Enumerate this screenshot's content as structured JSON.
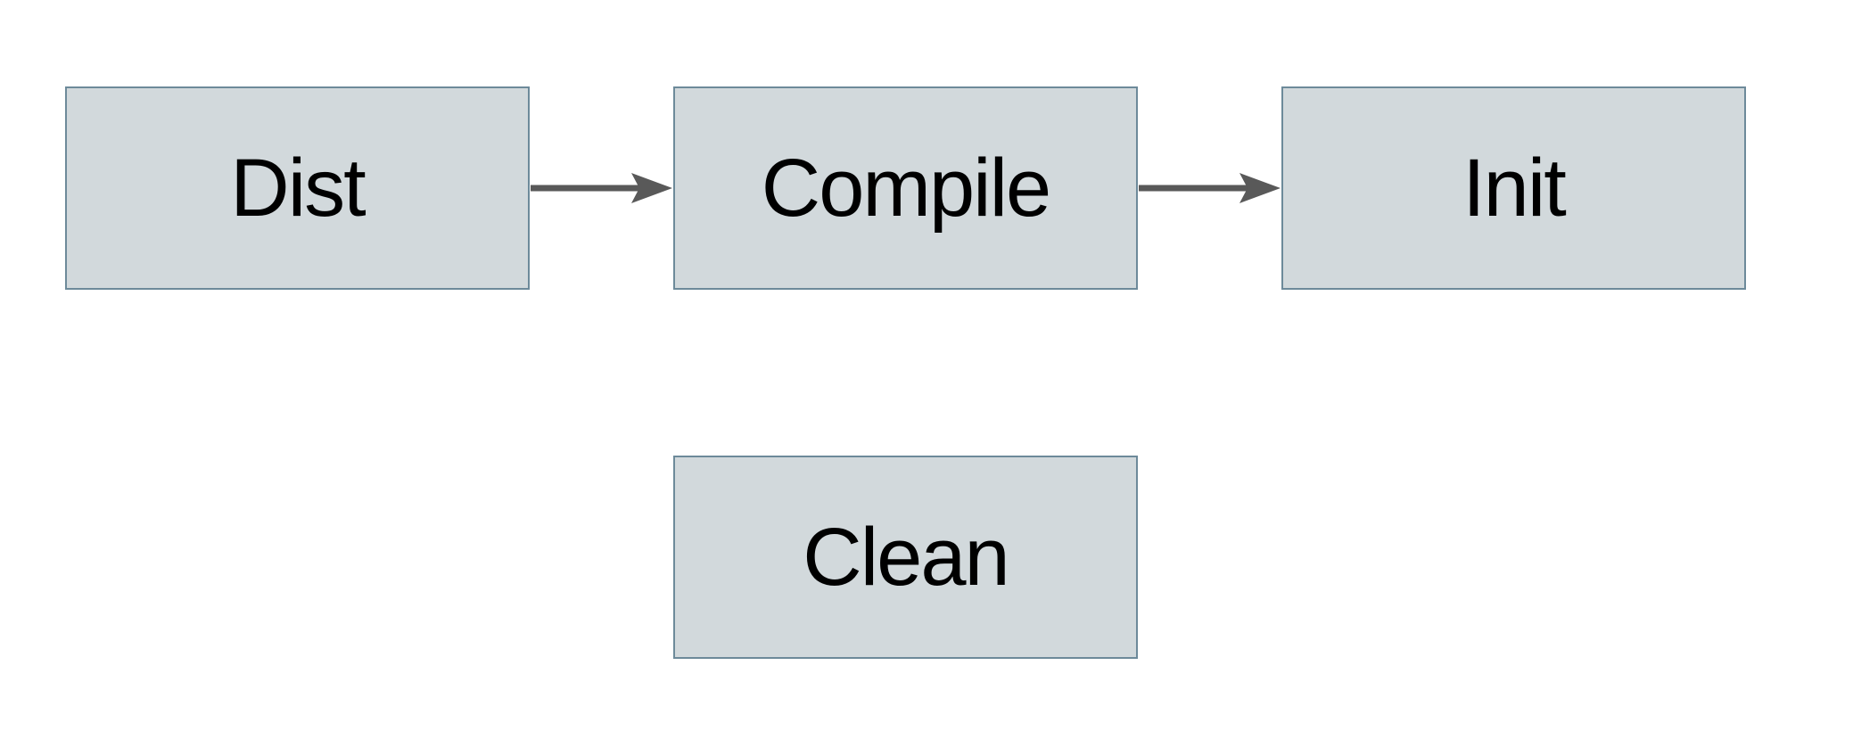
{
  "diagram": {
    "nodes": [
      {
        "id": "dist",
        "label": "Dist"
      },
      {
        "id": "compile",
        "label": "Compile"
      },
      {
        "id": "init",
        "label": "Init"
      },
      {
        "id": "clean",
        "label": "Clean"
      }
    ],
    "edges": [
      {
        "from": "Dist",
        "to": "Compile",
        "direction": "right"
      },
      {
        "from": "Compile",
        "to": "Init",
        "direction": "right"
      }
    ]
  },
  "theme": {
    "background": "#ffffff",
    "node_fill": "#d2d9dc",
    "node_border": "#6d8a9a",
    "node_text": "#000000",
    "arrow": "#595959"
  }
}
